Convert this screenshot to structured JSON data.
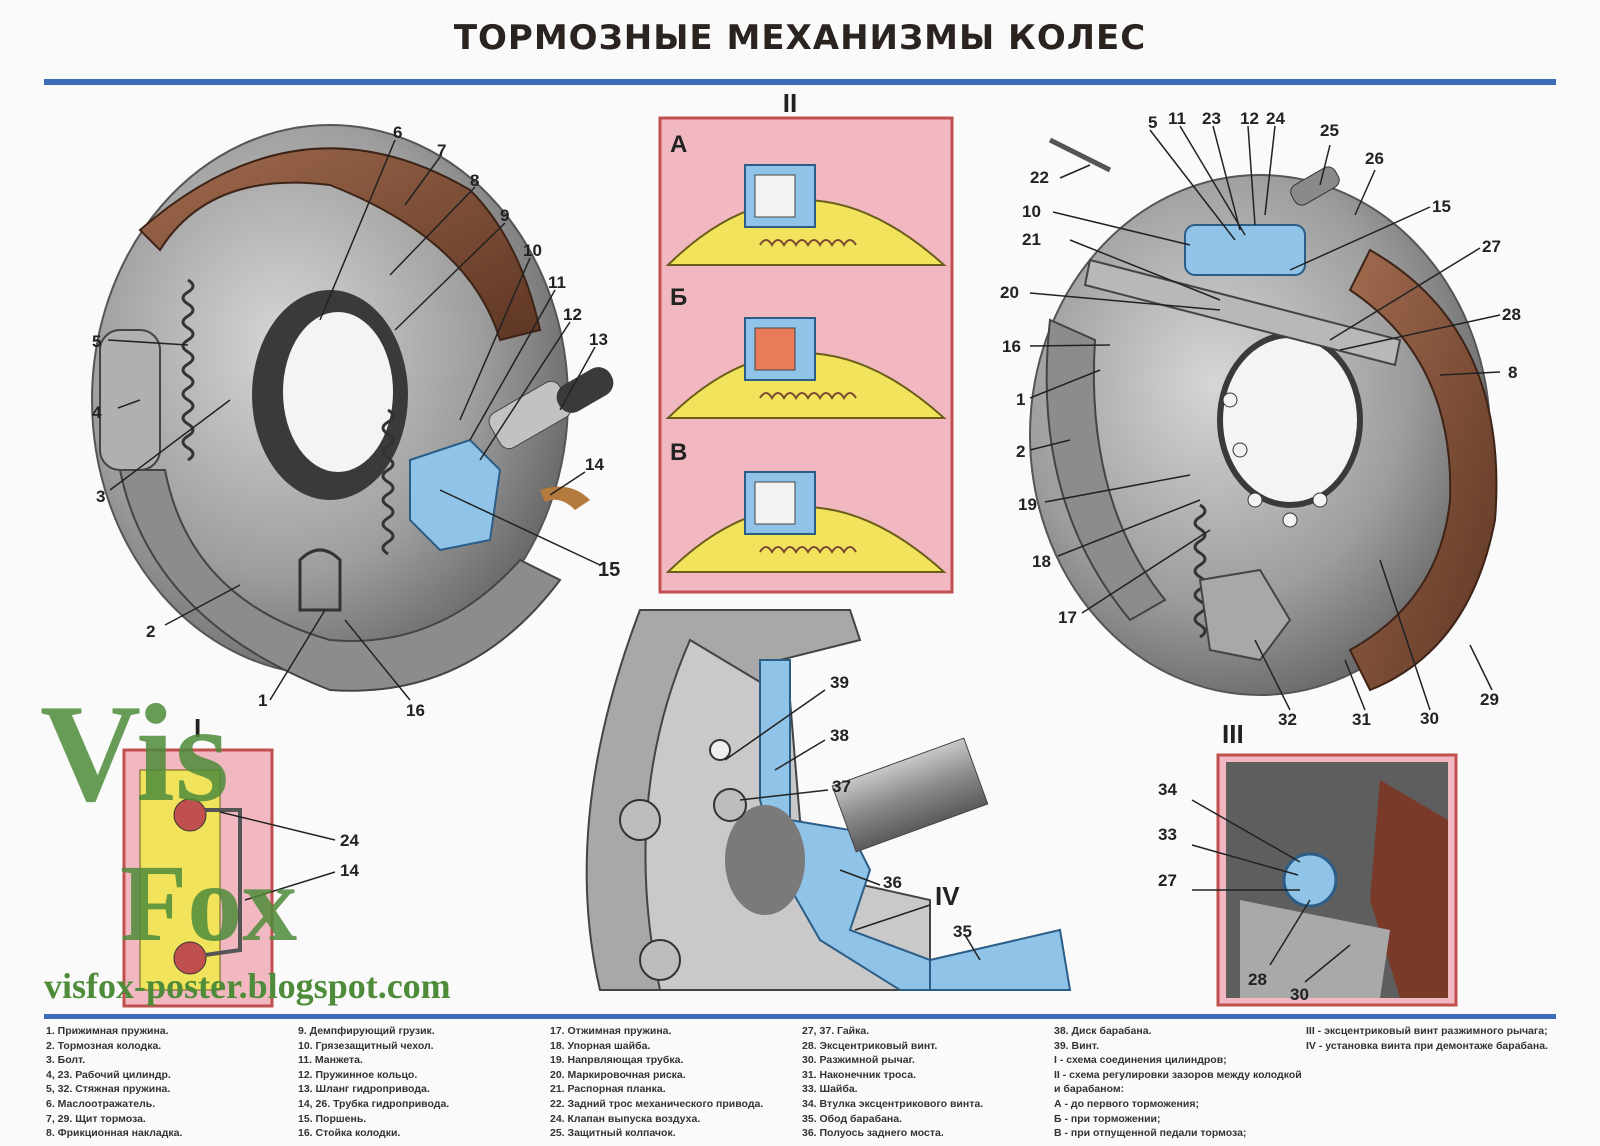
{
  "title": "ТОРМОЗНЫЕ МЕХАНИЗМЫ КОЛЕС",
  "colors": {
    "rule": "#3d6db7",
    "panel_pink": "#f2b8c2",
    "panel_yellow": "#f2e35c",
    "part_blue": "#8fc3e8",
    "lining_brown": "#7a4a33",
    "metal_gray": "#9b9b9b",
    "watermark_green": "#4e8c3a",
    "watermark_orange": "#c86a2a"
  },
  "roman_labels": {
    "I": "I",
    "II": "II",
    "III": "III",
    "IV": "IV"
  },
  "panel_letters": {
    "A": "А",
    "B": "Б",
    "V": "В"
  },
  "callouts_left": [
    "1",
    "2",
    "3",
    "4",
    "5",
    "6",
    "7",
    "8",
    "9",
    "10",
    "11",
    "12",
    "13",
    "14",
    "15",
    "16"
  ],
  "callouts_right": [
    "5",
    "11",
    "23",
    "12",
    "24",
    "25",
    "26",
    "22",
    "10",
    "15",
    "21",
    "27",
    "20",
    "28",
    "16",
    "8",
    "1",
    "2",
    "19",
    "18",
    "17",
    "32",
    "31",
    "30",
    "29"
  ],
  "callouts_center": [
    "39",
    "38",
    "37",
    "36",
    "35"
  ],
  "callouts_I": [
    "24",
    "14"
  ],
  "callouts_III": [
    "34",
    "33",
    "27",
    "28",
    "30"
  ],
  "watermark": {
    "logo_text_1": "Vis",
    "logo_text_2": "Fox",
    "url": "visfox-poster.blogspot.com"
  },
  "legend": [
    [
      "1. Прижимная пружина.",
      "2. Тормозная колодка.",
      "3. Болт.",
      "4, 23. Рабочий цилиндр.",
      "5, 32. Стяжная пружина.",
      "6. Маслоотражатель.",
      "7, 29. Щит тормоза.",
      "8. Фрикционная накладка."
    ],
    [
      "9. Демпфирующий грузик.",
      "10. Грязезащитный чехол.",
      "11. Манжета.",
      "12. Пружинное кольцо.",
      "13. Шланг гидропривода.",
      "14, 26. Трубка гидропривода.",
      "15. Поршень.",
      "16. Стойка колодки."
    ],
    [
      "17. Отжимная пружина.",
      "18. Упорная шайба.",
      "19. Напрвляющая трубка.",
      "20. Маркировочная риска.",
      "21. Распорная планка.",
      "22. Задний трос механического привода.",
      "24. Клапан выпуска воздуха.",
      "25. Защитный колпачок."
    ],
    [
      "27, 37. Гайка.",
      "28. Эксцентриковый винт.",
      "30. Разжимной рычаг.",
      "31. Наконечник троса.",
      "33. Шайба.",
      "34. Втулка эксцентрикового винта.",
      "35. Обод барабана.",
      "36. Полуось заднего моста."
    ],
    [
      "38. Диск барабана.",
      "39. Винт.",
      "I - схема соединения цилиндров;",
      "II - схема регулировки зазоров между колодкой и барабаном:",
      "А - до первого торможения;",
      "Б - при торможении;",
      "В - при отпущенной педали тормоза;"
    ],
    [
      "III - эксцентриковый винт разжимного рычага;",
      "IV - установка винта при демонтаже барабана."
    ]
  ]
}
